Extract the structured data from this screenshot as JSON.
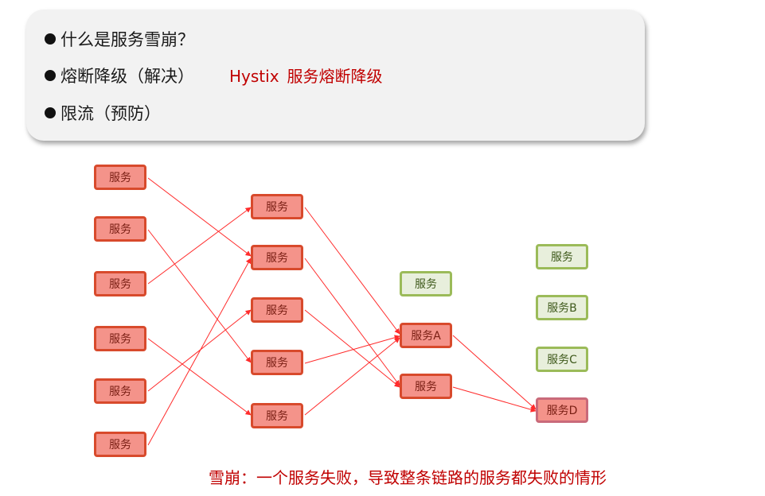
{
  "bullets": [
    "什么是服务雪崩？",
    "熔断降级（解决）",
    "限流（预防）"
  ],
  "hystix": {
    "name": "Hystix",
    "desc": "服务熔断降级"
  },
  "nodes": {
    "c1": [
      "服务",
      "服务",
      "服务",
      "服务",
      "服务",
      "服务"
    ],
    "c2": [
      "服务",
      "服务",
      "服务",
      "服务",
      "服务"
    ],
    "c3": [
      "服务",
      "服务A",
      "服务"
    ],
    "c4": [
      "服务",
      "服务B",
      "服务C",
      "服务D"
    ]
  },
  "caption": "雪崩：一个服务失败，导致整条链路的服务都失败的情形",
  "colors": {
    "red_fill": "#f4938a",
    "red_border": "#d84a2c",
    "green_fill": "#e8efdc",
    "green_border": "#9bbb59",
    "edge": "#ff2b2b",
    "accent_text": "#c00000"
  }
}
